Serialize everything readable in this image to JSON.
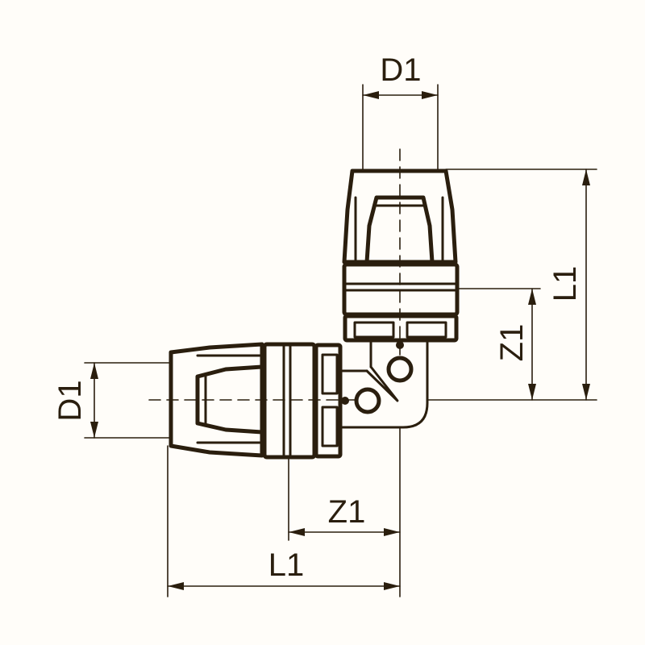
{
  "dimensions": {
    "top_diameter": "D1",
    "left_diameter": "D1",
    "right_length": "L1",
    "right_offset": "Z1",
    "bottom_offset": "Z1",
    "bottom_length": "L1"
  },
  "colors": {
    "line": "#2a1e0e",
    "background": "#fffdf9"
  }
}
